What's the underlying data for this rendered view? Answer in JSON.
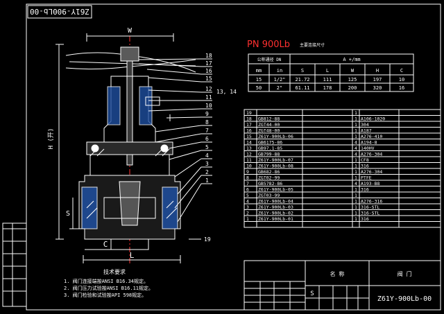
{
  "title_stamp": "Z61Y-900Lb-00",
  "drawing_number": "Z61Y-900Lb-00",
  "pressure_rating": "PN 900Lb",
  "dimension_table": {
    "header_note": "主要连接尺寸",
    "dn_label": "公称通径 DN",
    "group_label": "A +/mm",
    "columns": [
      "mm",
      "in",
      "S",
      "L",
      "W",
      "H",
      "C"
    ],
    "rows": [
      [
        "15",
        "1/2\"",
        "21.72",
        "111",
        "125",
        "197",
        "10"
      ],
      [
        "50",
        "2\"",
        "61.11",
        "178",
        "200",
        "320",
        "16"
      ]
    ]
  },
  "parts_list": {
    "rows": [
      {
        "no": "19",
        "code": "",
        "name": "",
        "qty": "1",
        "material": ""
      },
      {
        "no": "18",
        "code": "GB812-88",
        "name": "",
        "qty": "1",
        "material": "A106-1020"
      },
      {
        "no": "17",
        "code": "ZGT44-00",
        "name": "",
        "qty": "1",
        "material": "304"
      },
      {
        "no": "16",
        "code": "ZGT48-00",
        "name": "",
        "qty": "1",
        "material": "A187"
      },
      {
        "no": "15",
        "code": "Z61Y-900Lb-06",
        "name": "",
        "qty": "1",
        "material": "A276-410"
      },
      {
        "no": "14",
        "code": "GB6175-86",
        "name": "",
        "qty": "4",
        "material": "A194-8"
      },
      {
        "no": "13",
        "code": "GB97.1-85",
        "name": "",
        "qty": "4",
        "material": "140HV"
      },
      {
        "no": "12",
        "code": "GB799-88",
        "name": "",
        "qty": "4",
        "material": "A276-304"
      },
      {
        "no": "11",
        "code": "Z61Y-900Lb-07",
        "name": "",
        "qty": "1",
        "material": "CF8"
      },
      {
        "no": "10",
        "code": "Z61Y-900Lb-08",
        "name": "",
        "qty": "1",
        "material": "316"
      },
      {
        "no": "9",
        "code": "GB682-86",
        "name": "",
        "qty": "1",
        "material": "A276-304"
      },
      {
        "no": "8",
        "code": "ZGT02-99",
        "name": "",
        "qty": "1",
        "material": "PTFE"
      },
      {
        "no": "7",
        "code": "GB5782-86",
        "name": "",
        "qty": "4",
        "material": "A193-B8"
      },
      {
        "no": "6",
        "code": "Z61Y-900Lb-05",
        "name": "",
        "qty": "1",
        "material": "316"
      },
      {
        "no": "5",
        "code": "ZGT03-99",
        "name": "",
        "qty": "1",
        "material": ""
      },
      {
        "no": "4",
        "code": "Z61Y-900Lb-04",
        "name": "",
        "qty": "1",
        "material": "A276-316"
      },
      {
        "no": "3",
        "code": "Z61Y-900Lb-03",
        "name": "",
        "qty": "1",
        "material": "316-STL"
      },
      {
        "no": "2",
        "code": "Z61Y-900Lb-02",
        "name": "",
        "qty": "1",
        "material": "316-STL"
      },
      {
        "no": "1",
        "code": "Z61Y-900Lb-01",
        "name": "",
        "qty": "1",
        "material": "316"
      }
    ]
  },
  "callouts_right": [
    "18",
    "17",
    "16",
    "15",
    "12",
    "11",
    "10",
    "9",
    "8",
    "7",
    "6",
    "5",
    "4",
    "3",
    "2",
    "1"
  ],
  "callout_13_14": "13, 14",
  "callout_19": "19",
  "dim_labels": {
    "w": "W",
    "h": "H (开)",
    "s": "S",
    "c": "C",
    "l": "L"
  },
  "notes": {
    "title": "技术要求",
    "items": [
      "1. 阀门连接端按ANSI B16.34规定。",
      "2. 阀门压力试验按ANSI B16.11规定。",
      "3. 阀门检验和试验按API 598规定。"
    ]
  },
  "title_block": {
    "name_label": "名 称",
    "sheet_label": "阀 门",
    "s_label": "S"
  },
  "colors": {
    "accent": "#ff3030",
    "line": "#ffffff",
    "cyan": "#00c8ff",
    "bg": "#000000"
  }
}
